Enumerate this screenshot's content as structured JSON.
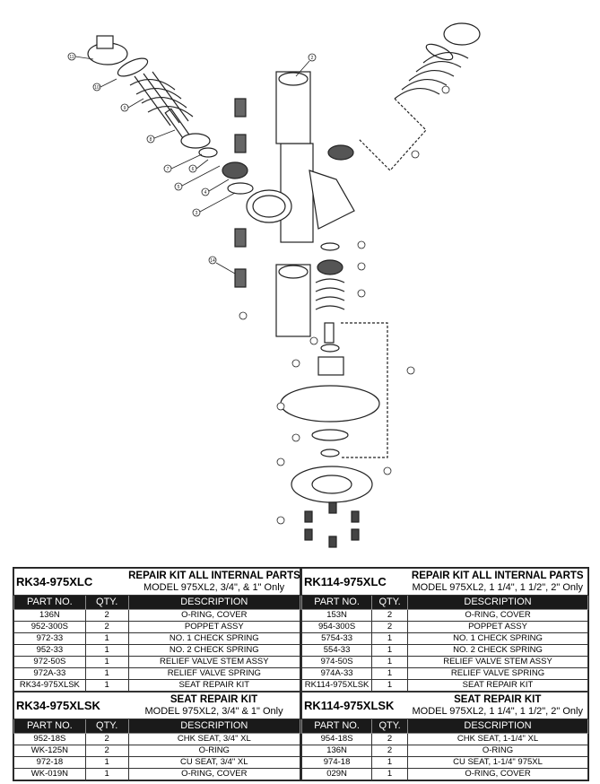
{
  "diagram": {
    "callouts": [
      "11",
      "10",
      "9",
      "8",
      "7",
      "6",
      "5",
      "4",
      "3",
      "2",
      "14"
    ],
    "line_color": "#222222"
  },
  "kits": [
    {
      "code": "RK34-975XLC",
      "title": "REPAIR KIT ALL INTERNAL PARTS",
      "subtitle": "MODEL 975XL2, 3/4\", & 1\" Only",
      "headers": [
        "PART NO.",
        "QTY.",
        "DESCRIPTION"
      ],
      "rows": [
        [
          "136N",
          "2",
          "O-RING, COVER"
        ],
        [
          "952-300S",
          "2",
          "POPPET ASSY"
        ],
        [
          "972-33",
          "1",
          "NO. 1 CHECK SPRING"
        ],
        [
          "952-33",
          "1",
          "NO. 2 CHECK SPRING"
        ],
        [
          "972-50S",
          "1",
          "RELIEF VALVE STEM ASSY"
        ],
        [
          "972A-33",
          "1",
          "RELIEF VALVE SPRING"
        ],
        [
          "RK34-975XLSK",
          "1",
          "SEAT REPAIR KIT"
        ]
      ]
    },
    {
      "code": "RK114-975XLC",
      "title": "REPAIR KIT ALL INTERNAL PARTS",
      "subtitle": "MODEL 975XL2, 1 1/4\", 1 1/2\", 2\" Only",
      "headers": [
        "PART NO.",
        "QTY.",
        "DESCRIPTION"
      ],
      "rows": [
        [
          "153N",
          "2",
          "O-RING, COVER"
        ],
        [
          "954-300S",
          "2",
          "POPPET ASSY"
        ],
        [
          "5754-33",
          "1",
          "NO. 1 CHECK SPRING"
        ],
        [
          "554-33",
          "1",
          "NO. 2 CHECK SPRING"
        ],
        [
          "974-50S",
          "1",
          "RELIEF VALVE STEM ASSY"
        ],
        [
          "974A-33",
          "1",
          "RELIEF VALVE SPRING"
        ],
        [
          "RK114-975XLSK",
          "1",
          "SEAT REPAIR KIT"
        ]
      ]
    },
    {
      "code": "RK34-975XLSK",
      "title": "SEAT REPAIR KIT",
      "subtitle": "MODEL 975XL2, 3/4\" & 1\" Only",
      "headers": [
        "PART NO.",
        "QTY.",
        "DESCRIPTION"
      ],
      "rows": [
        [
          "952-18S",
          "2",
          "CHK SEAT, 3/4\" XL"
        ],
        [
          "WK-125N",
          "2",
          "O-RING"
        ],
        [
          "972-18",
          "1",
          "CU SEAT, 3/4\" XL"
        ],
        [
          "WK-019N",
          "1",
          "O-RING, COVER"
        ]
      ]
    },
    {
      "code": "RK114-975XLSK",
      "title": "SEAT REPAIR KIT",
      "subtitle": "MODEL 975XL2, 1 1/4\", 1 1/2\", 2\" Only",
      "headers": [
        "PART NO.",
        "QTY.",
        "DESCRIPTION"
      ],
      "rows": [
        [
          "954-18S",
          "2",
          "CHK SEAT, 1-1/4\" XL"
        ],
        [
          "136N",
          "2",
          "O-RING"
        ],
        [
          "974-18",
          "1",
          "CU SEAT, 1-1/4\" 975XL"
        ],
        [
          "029N",
          "1",
          "O-RING, COVER"
        ]
      ]
    }
  ]
}
